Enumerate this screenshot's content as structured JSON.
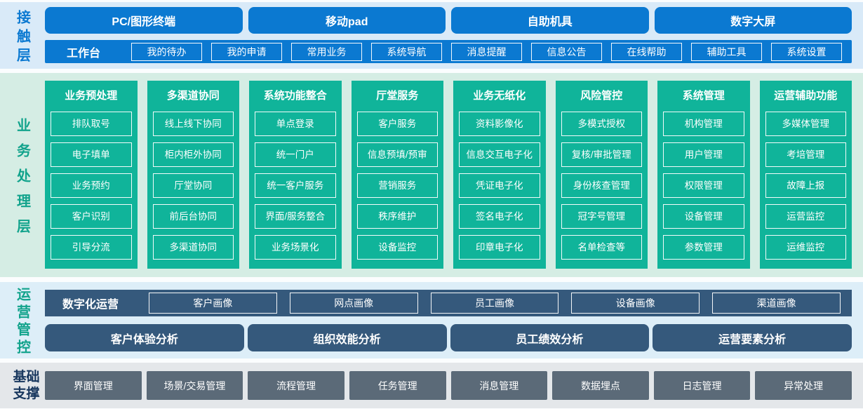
{
  "colors": {
    "accent_blue": "#0b79d1",
    "teal": "#10b49a",
    "teal_label": "#12a38c",
    "slate_blue": "#35597c",
    "gray": "#5b6a78",
    "navy_label": "#17365d",
    "bg_contact": "#d9eaf8",
    "bg_business": "#d5ede4",
    "bg_operations": "#ddeef8",
    "bg_foundation": "#e4e7ea"
  },
  "layers": {
    "contact": {
      "label": "接触层",
      "terminals": [
        "PC/图形终端",
        "移动pad",
        "自助机具",
        "数字大屏"
      ],
      "workbench": {
        "label": "工作台",
        "items": [
          "我的待办",
          "我的申请",
          "常用业务",
          "系统导航",
          "消息提醒",
          "信息公告",
          "在线帮助",
          "辅助工具",
          "系统设置"
        ]
      }
    },
    "business": {
      "label": "业务处理层",
      "columns": [
        {
          "title": "业务预处理",
          "items": [
            "排队取号",
            "电子填单",
            "业务预约",
            "客户识别",
            "引导分流"
          ]
        },
        {
          "title": "多渠道协同",
          "items": [
            "线上线下协同",
            "柜内柜外协同",
            "厅堂协同",
            "前后台协同",
            "多渠道协同"
          ]
        },
        {
          "title": "系统功能整合",
          "items": [
            "单点登录",
            "统一门户",
            "统一客户服务",
            "界面/服务整合",
            "业务场景化"
          ]
        },
        {
          "title": "厅堂服务",
          "items": [
            "客户服务",
            "信息预填/预审",
            "营销服务",
            "秩序维护",
            "设备监控"
          ]
        },
        {
          "title": "业务无纸化",
          "items": [
            "资料影像化",
            "信息交互电子化",
            "凭证电子化",
            "签名电子化",
            "印章电子化"
          ]
        },
        {
          "title": "风险管控",
          "items": [
            "多模式授权",
            "复核/审批管理",
            "身份核查管理",
            "冠字号管理",
            "名单检查等"
          ]
        },
        {
          "title": "系统管理",
          "items": [
            "机构管理",
            "用户管理",
            "权限管理",
            "设备管理",
            "参数管理"
          ]
        },
        {
          "title": "运营辅助功能",
          "items": [
            "多媒体管理",
            "考培管理",
            "故障上报",
            "运营监控",
            "运维监控"
          ]
        }
      ]
    },
    "operations": {
      "label": "运营管控",
      "digital": {
        "label": "数字化运营",
        "items": [
          "客户画像",
          "网点画像",
          "员工画像",
          "设备画像",
          "渠道画像"
        ]
      },
      "analysis": [
        "客户体验分析",
        "组织效能分析",
        "员工绩效分析",
        "运营要素分析"
      ]
    },
    "foundation": {
      "label": "基础支撑",
      "items": [
        "界面管理",
        "场景/交易管理",
        "流程管理",
        "任务管理",
        "消息管理",
        "数据埋点",
        "日志管理",
        "异常处理"
      ]
    }
  }
}
